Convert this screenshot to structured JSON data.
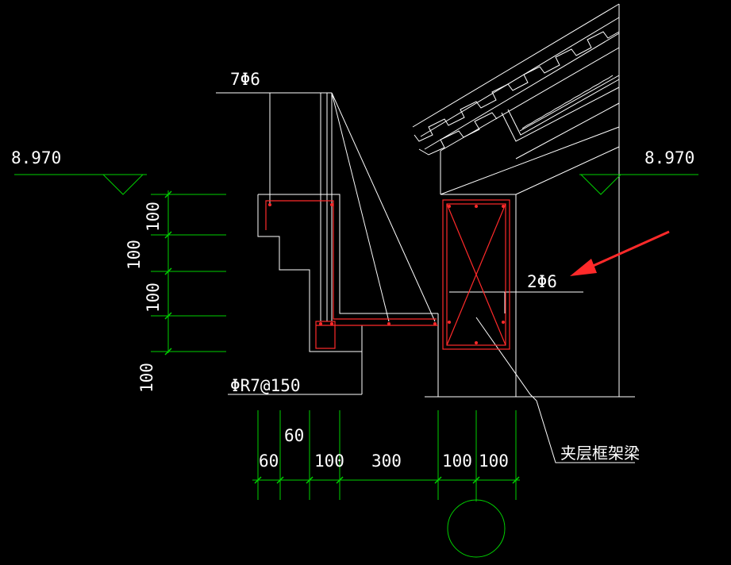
{
  "colors": {
    "background": "#000000",
    "outline": "#ffffff",
    "rebar": "#ff2a2a",
    "dimension": "#00d000",
    "arrow": "#ff2a2a"
  },
  "labels": {
    "elevation_left": "8.970",
    "elevation_right": "8.970",
    "top_rebar": "7Φ6",
    "beam_rebar": "2Φ6",
    "stirrup": "ΦR7@150",
    "beam_name": "夹层框架梁"
  },
  "dimensions": {
    "vertical": [
      "100",
      "100",
      "100",
      "100"
    ],
    "horizontal": [
      "60",
      "60",
      "100",
      "300",
      "100",
      "100"
    ]
  },
  "icons": {
    "pointer": "red-arrow-icon",
    "level_marker": "elevation-triangle-icon",
    "grid_bubble": "axis-circle-icon"
  }
}
